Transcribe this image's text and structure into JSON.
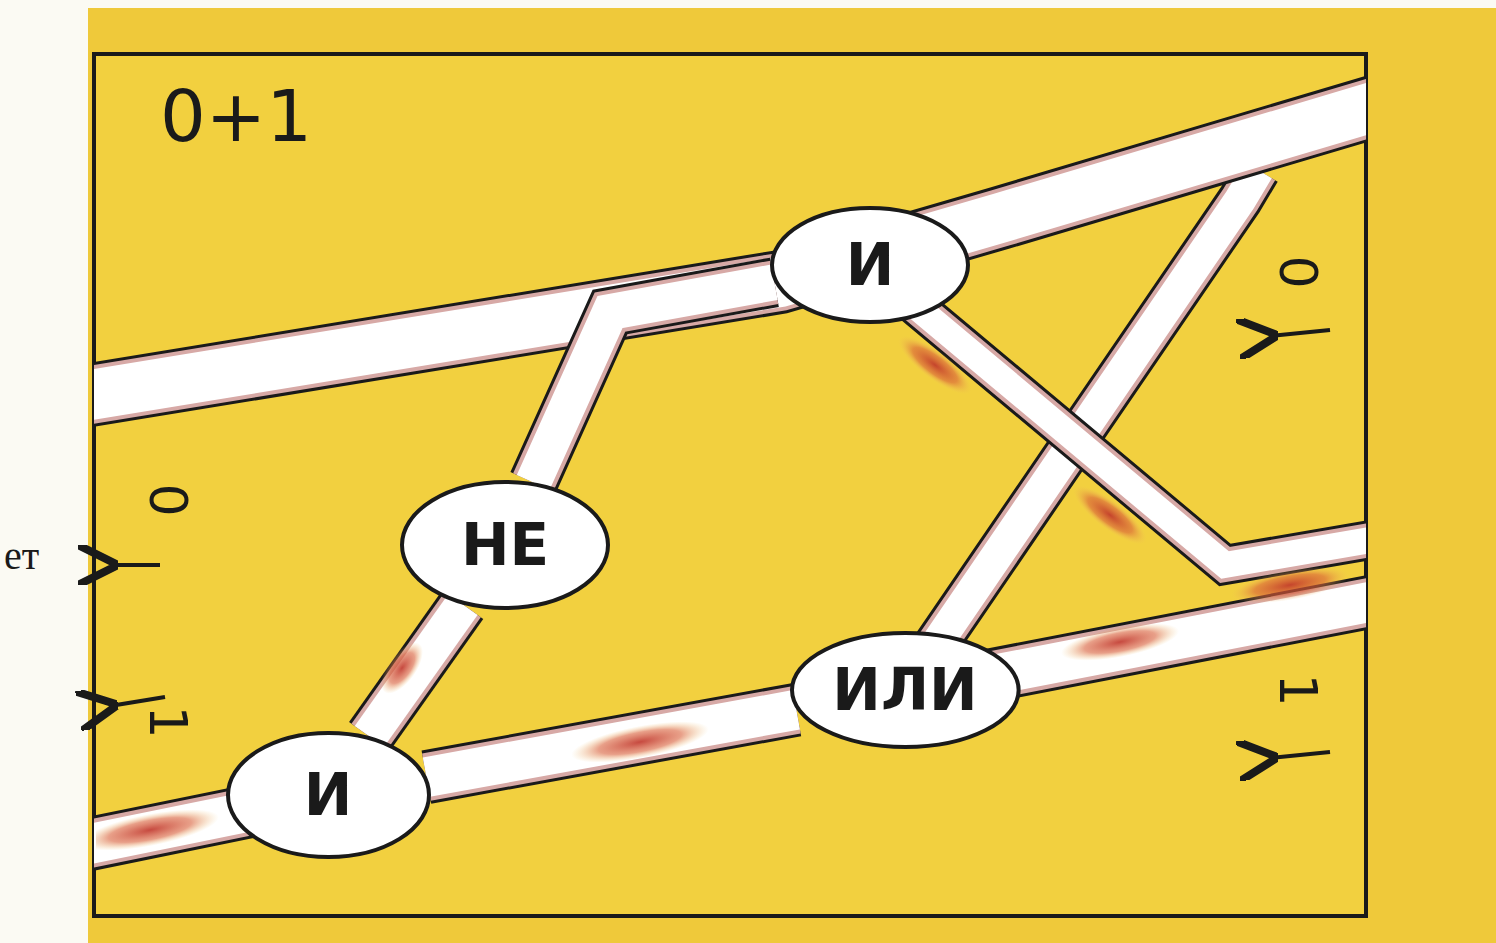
{
  "diagram": {
    "title": "0+1",
    "nodes": [
      {
        "text": [
          "И"
        ]
      },
      {
        "text": [
          "НЕ"
        ]
      },
      {
        "text": [
          "И"
        ]
      },
      {
        "text": [
          "ИЛИ"
        ]
      }
    ],
    "edges": [
      {
        "from": 0,
        "to": 1,
        "arrow": "none"
      },
      {
        "from": 1,
        "to": 2,
        "arrow": "none"
      },
      {
        "from": 3,
        "to": 2,
        "arrow": "none"
      }
    ],
    "labels": [
      "0",
      "1",
      "0",
      "1",
      "ет"
    ]
  }
}
